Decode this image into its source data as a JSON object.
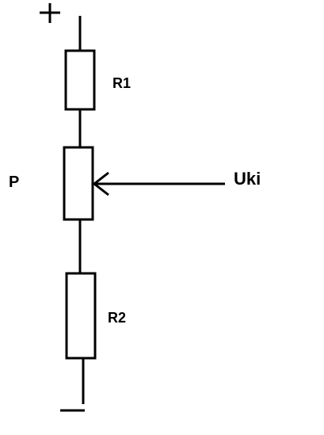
{
  "diagram": {
    "labels": {
      "positive": "+",
      "negative": "−",
      "r1": "R1",
      "potentiometer": "P",
      "output": "Uki",
      "r2": "R2"
    },
    "colors": {
      "line": "#000000",
      "background": "#ffffff"
    }
  }
}
